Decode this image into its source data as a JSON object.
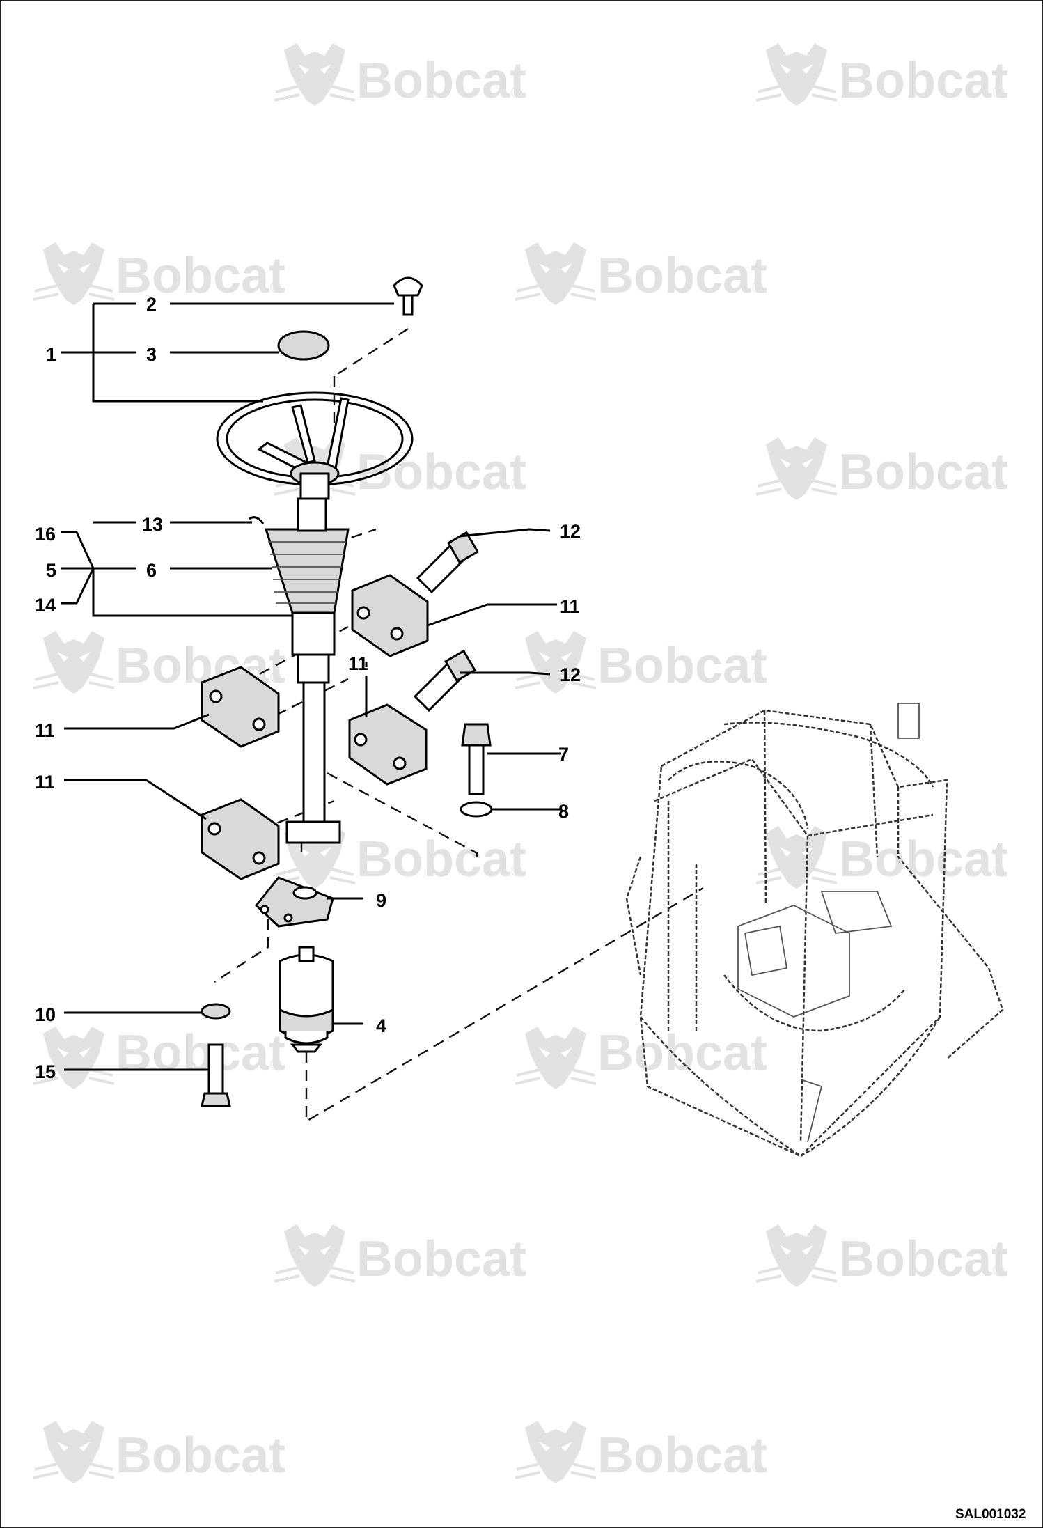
{
  "watermark": {
    "brand": "Bobcat",
    "reg": "®"
  },
  "drawing_code": "SAL001032",
  "callouts": {
    "c1": "1",
    "c2": "2",
    "c3": "3",
    "c4": "4",
    "c5": "5",
    "c6": "6",
    "c7": "7",
    "c8": "8",
    "c9": "9",
    "c10": "10",
    "c11a": "11",
    "c11b": "11",
    "c11c": "11",
    "c11d": "11",
    "c12a": "12",
    "c12b": "12",
    "c13": "13",
    "c14": "14",
    "c15": "15",
    "c16": "16"
  }
}
